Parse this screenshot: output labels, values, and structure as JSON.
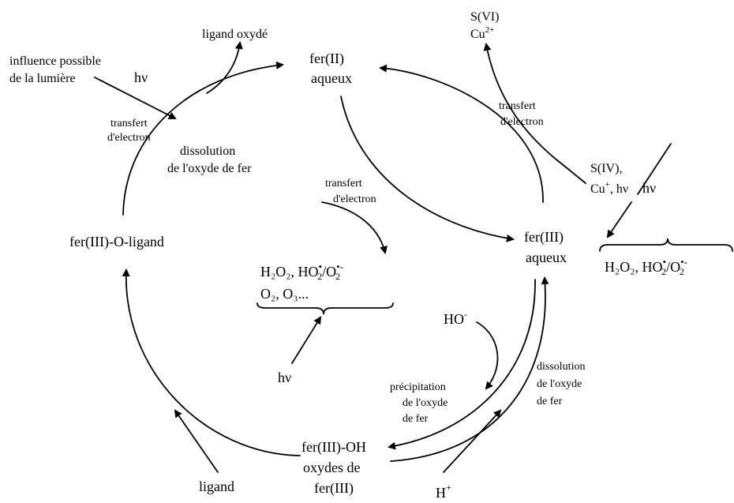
{
  "nodes": {
    "fer2_line1": "fer(II)",
    "fer2_line2": "aqueux",
    "fer3_line1": "fer(III)",
    "fer3_line2": "aqueux",
    "ligand_complex": "fer(III)-O-ligand",
    "oxides_line1": "fer(III)-OH",
    "oxides_line2": "oxydes de",
    "oxides_line3": "fer(III)",
    "ligand_oxidized": "ligand oxydé",
    "sulfur6": "S(VI)",
    "copper2": "Cu",
    "copper2_sup": "2+"
  },
  "labels": {
    "light_influence_1": "influence possible",
    "light_influence_2": "de la lumière",
    "hv": "hν",
    "transfer_left_1": "transfert",
    "transfer_left_2": "d'electron",
    "dissolution_left_1": "dissolution",
    "dissolution_left_2": "de l'oxyde de fer",
    "transfer_mid_1": "transfert",
    "transfer_mid_2": "d'electron",
    "transfer_right_1": "transfert",
    "transfer_right_2": "d'electron",
    "s4": "S(IV),",
    "cu_plus": "Cu",
    "cu_plus_sup": "+",
    "cu_hv": ",  hν",
    "precip_1": "précipitation",
    "precip_2": "de l'oxyde",
    "precip_3": "de fer",
    "dissolution_right_1": "dissolution",
    "dissolution_right_2": "de l'oxyde",
    "dissolution_right_3": "de fer",
    "ho_minus": "HO",
    "ho_minus_sup": "-",
    "h_plus": "H",
    "h_plus_sup": "+",
    "ligand": "ligand"
  },
  "species_center": {
    "h2o2": "H₂O₂, HO",
    "slash": "/O",
    "o2o3": "O₂, O₃..."
  },
  "species_right": {
    "h2o2": "H₂O₂, HO",
    "slash": "/O"
  },
  "sub2": "2",
  "sup_radical": "•",
  "sup_radical_minus": "•-"
}
